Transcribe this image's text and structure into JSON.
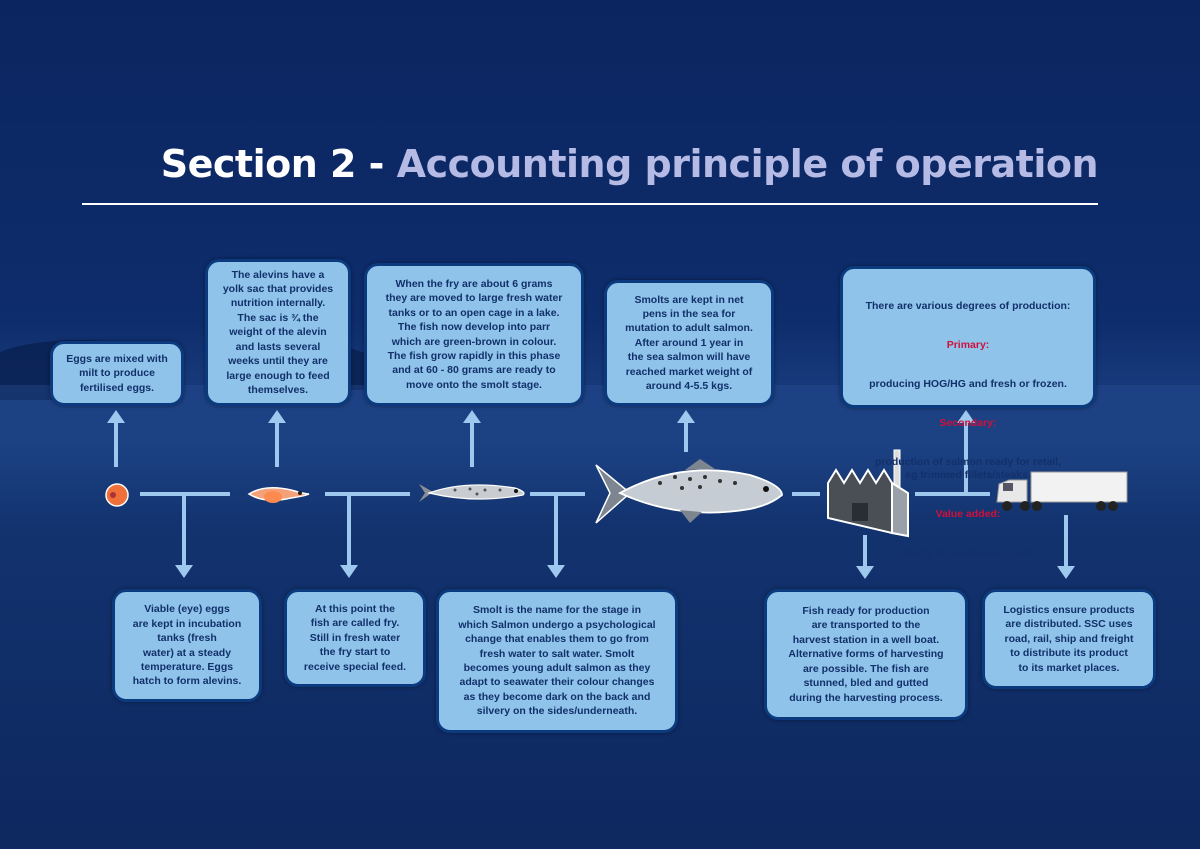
{
  "title": {
    "prefix": "Section 2 - ",
    "main": "Accounting principle of operation"
  },
  "top_boxes": [
    {
      "text": "Eggs are mixed with\nmilt to produce\nfertilised eggs."
    },
    {
      "text": "The alevins have a\nyolk sac that provides\nnutrition internally.\nThe sac is ¾ the\nweight of the alevin\nand lasts several\nweeks until they are\nlarge enough to feed\nthemselves."
    },
    {
      "text": "When the fry are about 6 grams\nthey are moved to large fresh water\ntanks or to an open cage in a lake.\nThe fish now develop into parr\nwhich are green-brown in colour.\nThe fish grow rapidly in this phase\nand at 60 - 80 grams are ready to\nmove onto the smolt stage."
    },
    {
      "text": "Smolts are kept in net\npens in the sea for\nmutation to adult salmon.\nAfter around 1 year in\nthe sea salmon will have\nreached market weight of\naround 4-5.5 kgs."
    }
  ],
  "production_box": {
    "intro": "There are various degrees of production:",
    "primary_label": "Primary:",
    "primary_text": "producing HOG/HG and fresh or frozen.",
    "secondary_label": "Secondary:",
    "secondary_text": "production of salmon ready for retail,\neg trimmed fillets/steaks.",
    "value_label": "Value added:",
    "value_text": "Ready to heat/ready to eat."
  },
  "bottom_boxes": [
    {
      "text": "Viable (eye) eggs\nare kept in incubation\ntanks (fresh\nwater) at a steady\ntemperature. Eggs\nhatch to form alevins."
    },
    {
      "text": "At this point the\nfish are called fry.\nStill in fresh water\nthe fry start to\nreceive special feed."
    },
    {
      "text": "Smolt is the name for the stage in\nwhich Salmon undergo a psychological\nchange that enables them to go from\nfresh water to salt water. Smolt\nbecomes young adult salmon as they\nadapt to seawater their colour changes\nas they become dark on the back and\nsilvery on the sides/underneath."
    },
    {
      "text": "Fish ready for production\nare transported to the\nharvest station in a well boat.\nAlternative forms of harvesting\nare possible. The fish are\nstunned, bled and gutted\nduring the harvesting process."
    },
    {
      "text": "Logistics ensure products\nare distributed. SSC uses\nroad, rail, ship and freight\nto distribute its product\nto its market places."
    }
  ],
  "colors": {
    "accent_red": "#d0103a",
    "box_fill": "#8fc3ea",
    "box_text": "#12306a",
    "title_light": "#b6bbe6"
  }
}
